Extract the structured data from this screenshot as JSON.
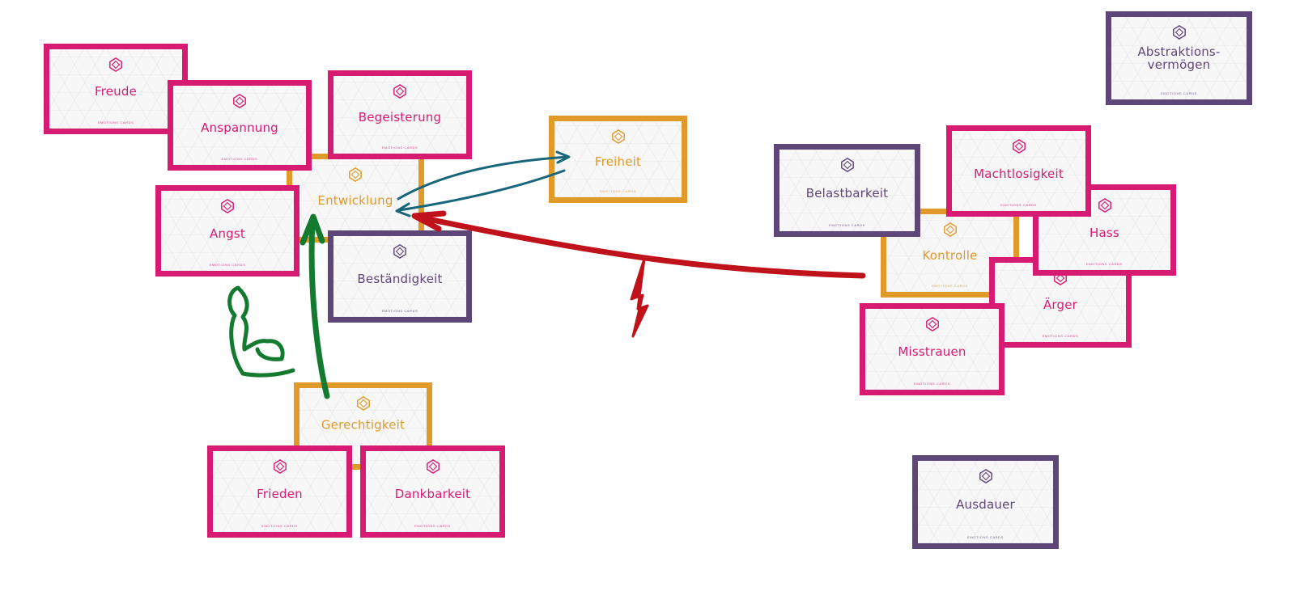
{
  "colors": {
    "pink": "#d81b72",
    "orange": "#df9a2a",
    "purple": "#5e4678",
    "annotation_green": "#137a2f",
    "annotation_red": "#c0121a",
    "annotation_teal": "#18667a"
  },
  "brand_text": "EMOTIONS CARDS",
  "cards": {
    "entwicklung": "Entwicklung",
    "freude": "Freude",
    "anspannung": "Anspannung",
    "begeisterung": "Begeisterung",
    "angst": "Angst",
    "bestaendigkeit": "Beständigkeit",
    "freiheit": "Freiheit",
    "gerechtigkeit": "Gerechtigkeit",
    "frieden": "Frieden",
    "dankbarkeit": "Dankbarkeit",
    "abstraktionsvermoegen": "Abstraktions-\nvermögen",
    "belastbarkeit": "Belastbarkeit",
    "machtlosigkeit": "Machtlosigkeit",
    "kontrolle": "Kontrolle",
    "hass": "Hass",
    "aerger": "Ärger",
    "misstrauen": "Misstrauen",
    "ausdauer": "Ausdauer"
  },
  "icons": {
    "card_logo": "crystal-logo-icon"
  },
  "annotations": [
    "teal-double-arrow",
    "red-arrow",
    "red-lightning",
    "green-arrow",
    "green-bicep-doodle"
  ]
}
